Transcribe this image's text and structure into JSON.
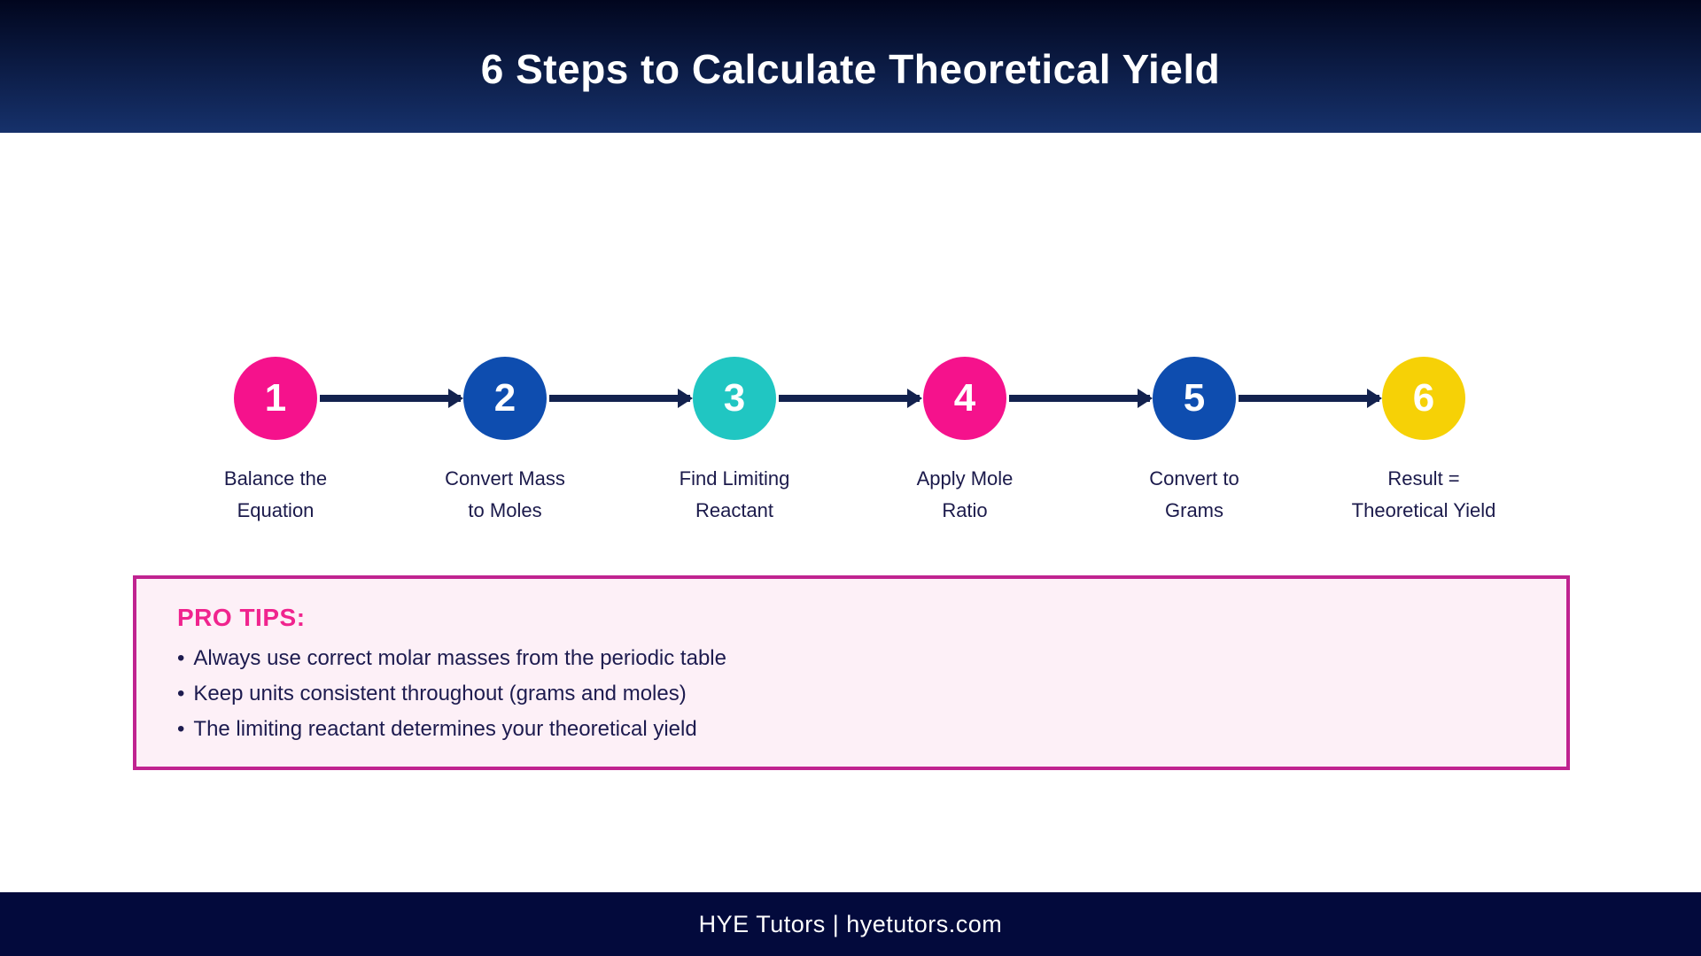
{
  "header": {
    "title": "6 Steps to Calculate Theoretical Yield"
  },
  "steps": [
    {
      "number": "1",
      "label_line1": "Balance the",
      "label_line2": "Equation",
      "color": "#F5128C"
    },
    {
      "number": "2",
      "label_line1": "Convert Mass",
      "label_line2": "to Moles",
      "color": "#0E4DAF"
    },
    {
      "number": "3",
      "label_line1": "Find Limiting",
      "label_line2": "Reactant",
      "color": "#20C6C2"
    },
    {
      "number": "4",
      "label_line1": "Apply Mole",
      "label_line2": "Ratio",
      "color": "#F5128C"
    },
    {
      "number": "5",
      "label_line1": "Convert to",
      "label_line2": "Grams",
      "color": "#0E4DAF"
    },
    {
      "number": "6",
      "label_line1": "Result =",
      "label_line2": "Theoretical Yield",
      "color": "#F6D106"
    }
  ],
  "tips": {
    "heading": "PRO TIPS:",
    "bullet_char": "•",
    "items": [
      "Always use correct molar masses from the periodic table",
      "Keep units consistent throughout (grams and moles)",
      "The limiting reactant determines your theoretical yield"
    ]
  },
  "footer": {
    "text": "HYE Tutors | hyetutors.com"
  },
  "colors": {
    "header_gradient_top": "#01061E",
    "header_gradient_bottom": "#16316B",
    "arrow_navy": "#13224E",
    "label_text": "#1B1A4B",
    "tips_border": "#C02390",
    "tips_background": "#FDF0F7",
    "tips_heading": "#F0248E",
    "tips_text": "#1D1B4F",
    "footer_background": "#030A3C",
    "title_text": "#FFFFFF"
  }
}
